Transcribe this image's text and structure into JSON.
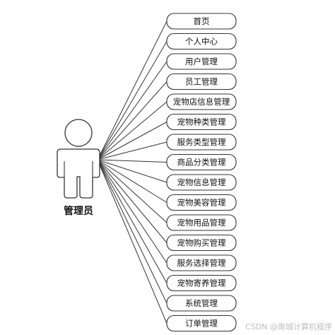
{
  "actor": {
    "label": "管理员"
  },
  "modules": [
    "首页",
    "个人中心",
    "用户管理",
    "员工管理",
    "宠物店信息管理",
    "宠物种类管理",
    "服务类型管理",
    "商品分类管理",
    "宠物信息管理",
    "宠物美容管理",
    "宠物用品管理",
    "宠物购买管理",
    "服务选择管理",
    "宠物寄养管理",
    "系统管理",
    "订单管理"
  ],
  "watermark": "CSDN @南城计算机程序",
  "colors": {
    "stroke": "#333333",
    "box_fill": "#ffffff",
    "text": "#111111",
    "watermark": "#bdbdbd"
  }
}
